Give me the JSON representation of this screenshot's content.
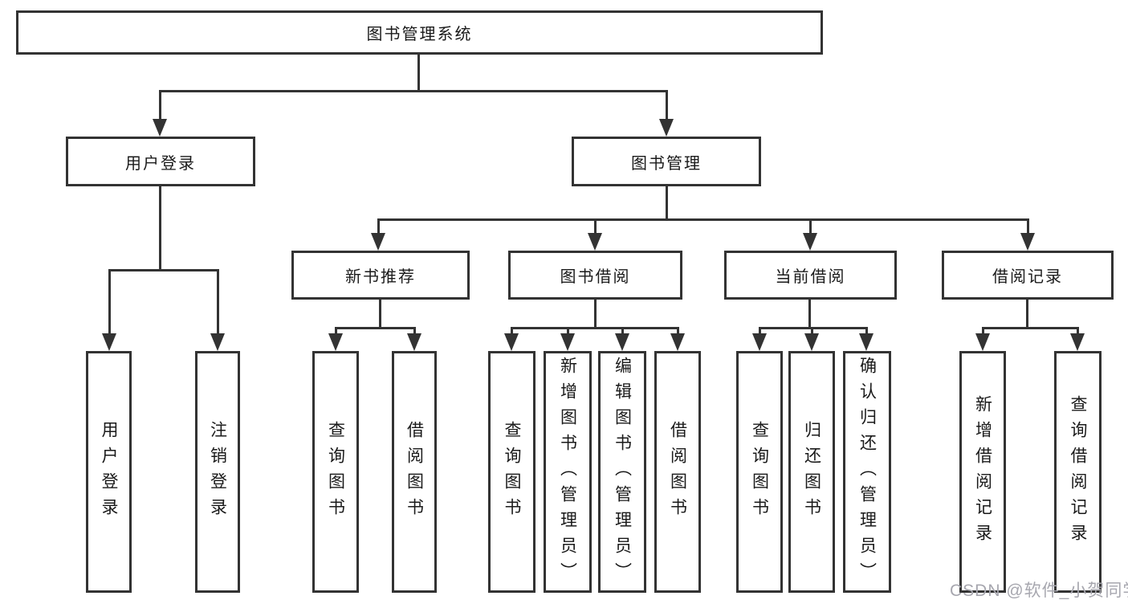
{
  "nodes": {
    "root": {
      "label": "图书管理系统"
    },
    "level2": [
      {
        "label": "用户登录"
      },
      {
        "label": "图书管理"
      }
    ],
    "level3": [
      {
        "label": "新书推荐"
      },
      {
        "label": "图书借阅"
      },
      {
        "label": "当前借阅"
      },
      {
        "label": "借阅记录"
      }
    ],
    "leaves": [
      {
        "label": "用户登录"
      },
      {
        "label": "注销登录"
      },
      {
        "label": "查询图书"
      },
      {
        "label": "借阅图书"
      },
      {
        "label": "查询图书"
      },
      {
        "label": "新增图书（管理员）"
      },
      {
        "label": "编辑图书（管理员）"
      },
      {
        "label": "借阅图书"
      },
      {
        "label": "查询图书"
      },
      {
        "label": "归还图书"
      },
      {
        "label": "确认归还（管理员）"
      },
      {
        "label": "新增借阅记录"
      },
      {
        "label": "查询借阅记录"
      }
    ]
  },
  "watermark": {
    "text": "CSDN @软件_小贺同学"
  },
  "colors": {
    "line": "#333333",
    "text": "#1a1a1a",
    "background": "#ffffff",
    "watermark": "#a7a7af"
  }
}
